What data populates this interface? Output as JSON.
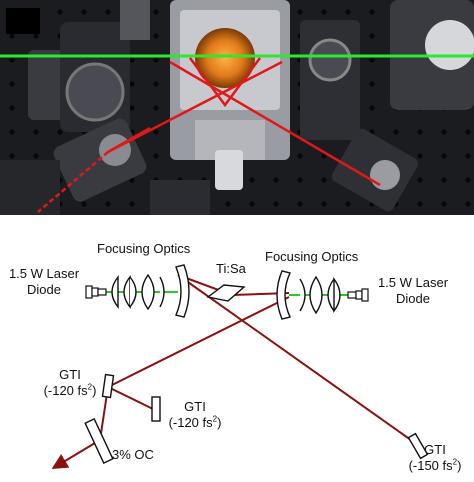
{
  "labels": {
    "focusing_optics_left": "Focusing Optics",
    "focusing_optics_right": "Focusing Optics",
    "tisa": "Ti:Sa",
    "laser_left_line1": "1.5 W Laser",
    "laser_left_line2": "Diode",
    "laser_right_line1": "1.5 W Laser",
    "laser_right_line2": "Diode",
    "gti1_name": "GTI",
    "gti1_value": "(-120 fs",
    "gti2_name": "GTI",
    "gti2_value": "(-120 fs",
    "gti3_name": "GTI",
    "gti3_value": "(-150 fs",
    "exp_superscript": "2",
    "close_paren": ")",
    "output_coupler": "3% OC"
  },
  "colors": {
    "pump_beam": "#22cc22",
    "cavity_beam": "#8b1010",
    "photo_laser": "#e01818",
    "photo_green": "#2ee82e",
    "crystal": "#e07a1a"
  }
}
